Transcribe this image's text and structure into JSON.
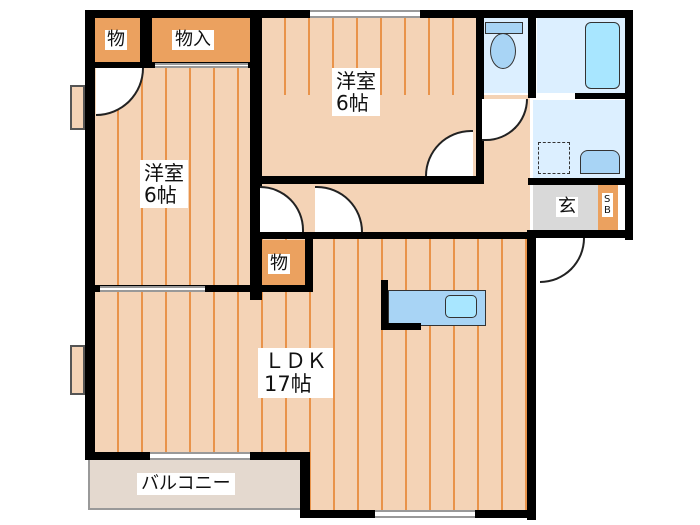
{
  "floorplan": {
    "rooms": {
      "storage_top_left": {
        "label": "物"
      },
      "closet_top": {
        "label": "物入"
      },
      "bedroom_left": {
        "label": "洋室\n6帖",
        "name": "洋室",
        "size": "6帖"
      },
      "bedroom_top": {
        "label": "洋室\n6帖",
        "name": "洋室",
        "size": "6帖"
      },
      "storage_mid": {
        "label": "物"
      },
      "ldk": {
        "label": "ＬＤＫ\n17帖",
        "name": "ＬＤＫ",
        "size": "17帖"
      },
      "balcony": {
        "label": "バルコニー"
      },
      "entrance": {
        "label": "玄"
      },
      "shoe_box": {
        "label": "S\nB"
      }
    },
    "colors": {
      "floor": "#f4d3b6",
      "floor_stripe": "#e9934a",
      "closet": "#eba15f",
      "wet_area": "#dcefff",
      "fixture": "#a8d4f5",
      "entrance": "#d9d9d9",
      "balcony": "#e4d9cf",
      "wall": "#000000"
    }
  }
}
